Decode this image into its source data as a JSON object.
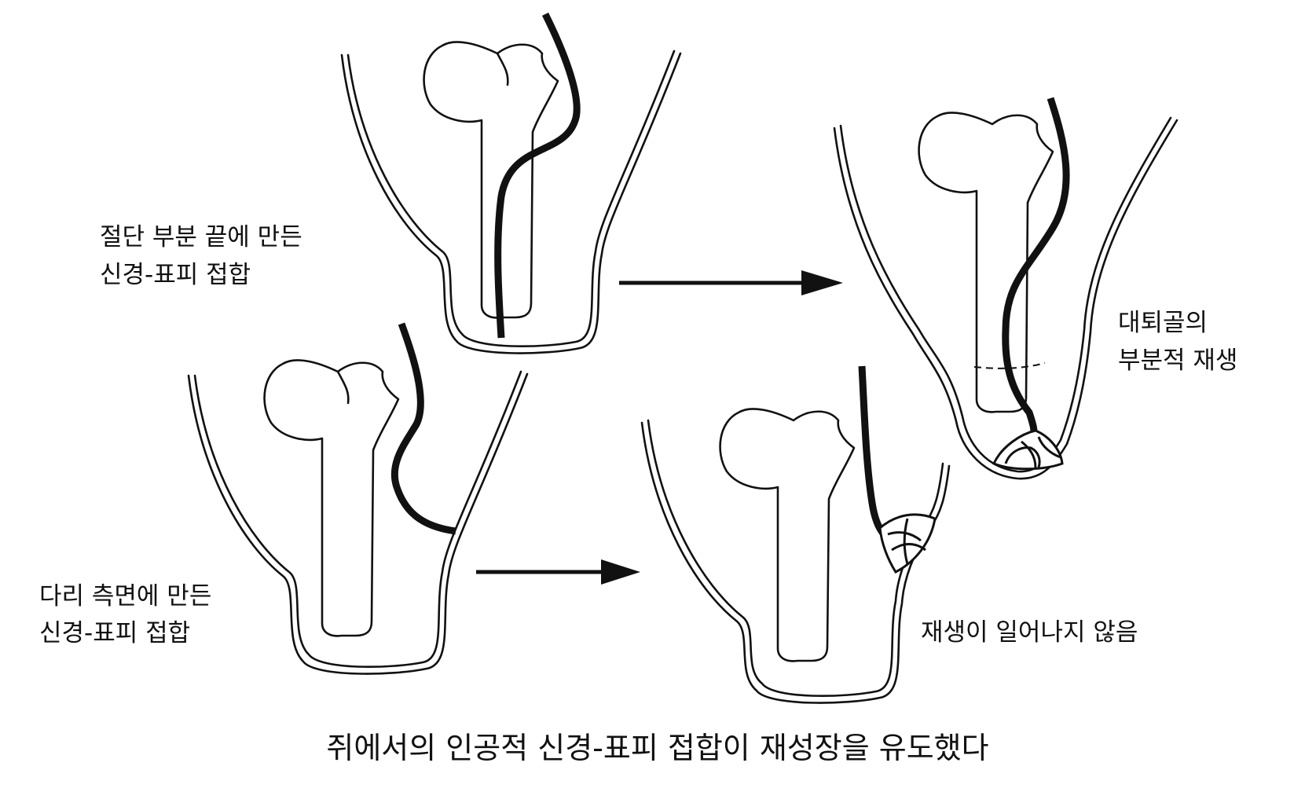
{
  "labels": {
    "tip_line1": "절단 부분 끝에 만든",
    "tip_line2": "신경-표피 접합",
    "side_line1": "다리 측면에 만든",
    "side_line2": "신경-표피 접합",
    "partial_line1": "대퇴골의",
    "partial_line2": "부분적 재생",
    "none": "재생이 일어나지 않음"
  },
  "caption": "쥐에서의 인공적 신경-표피 접합이 재성장을 유도했다"
}
